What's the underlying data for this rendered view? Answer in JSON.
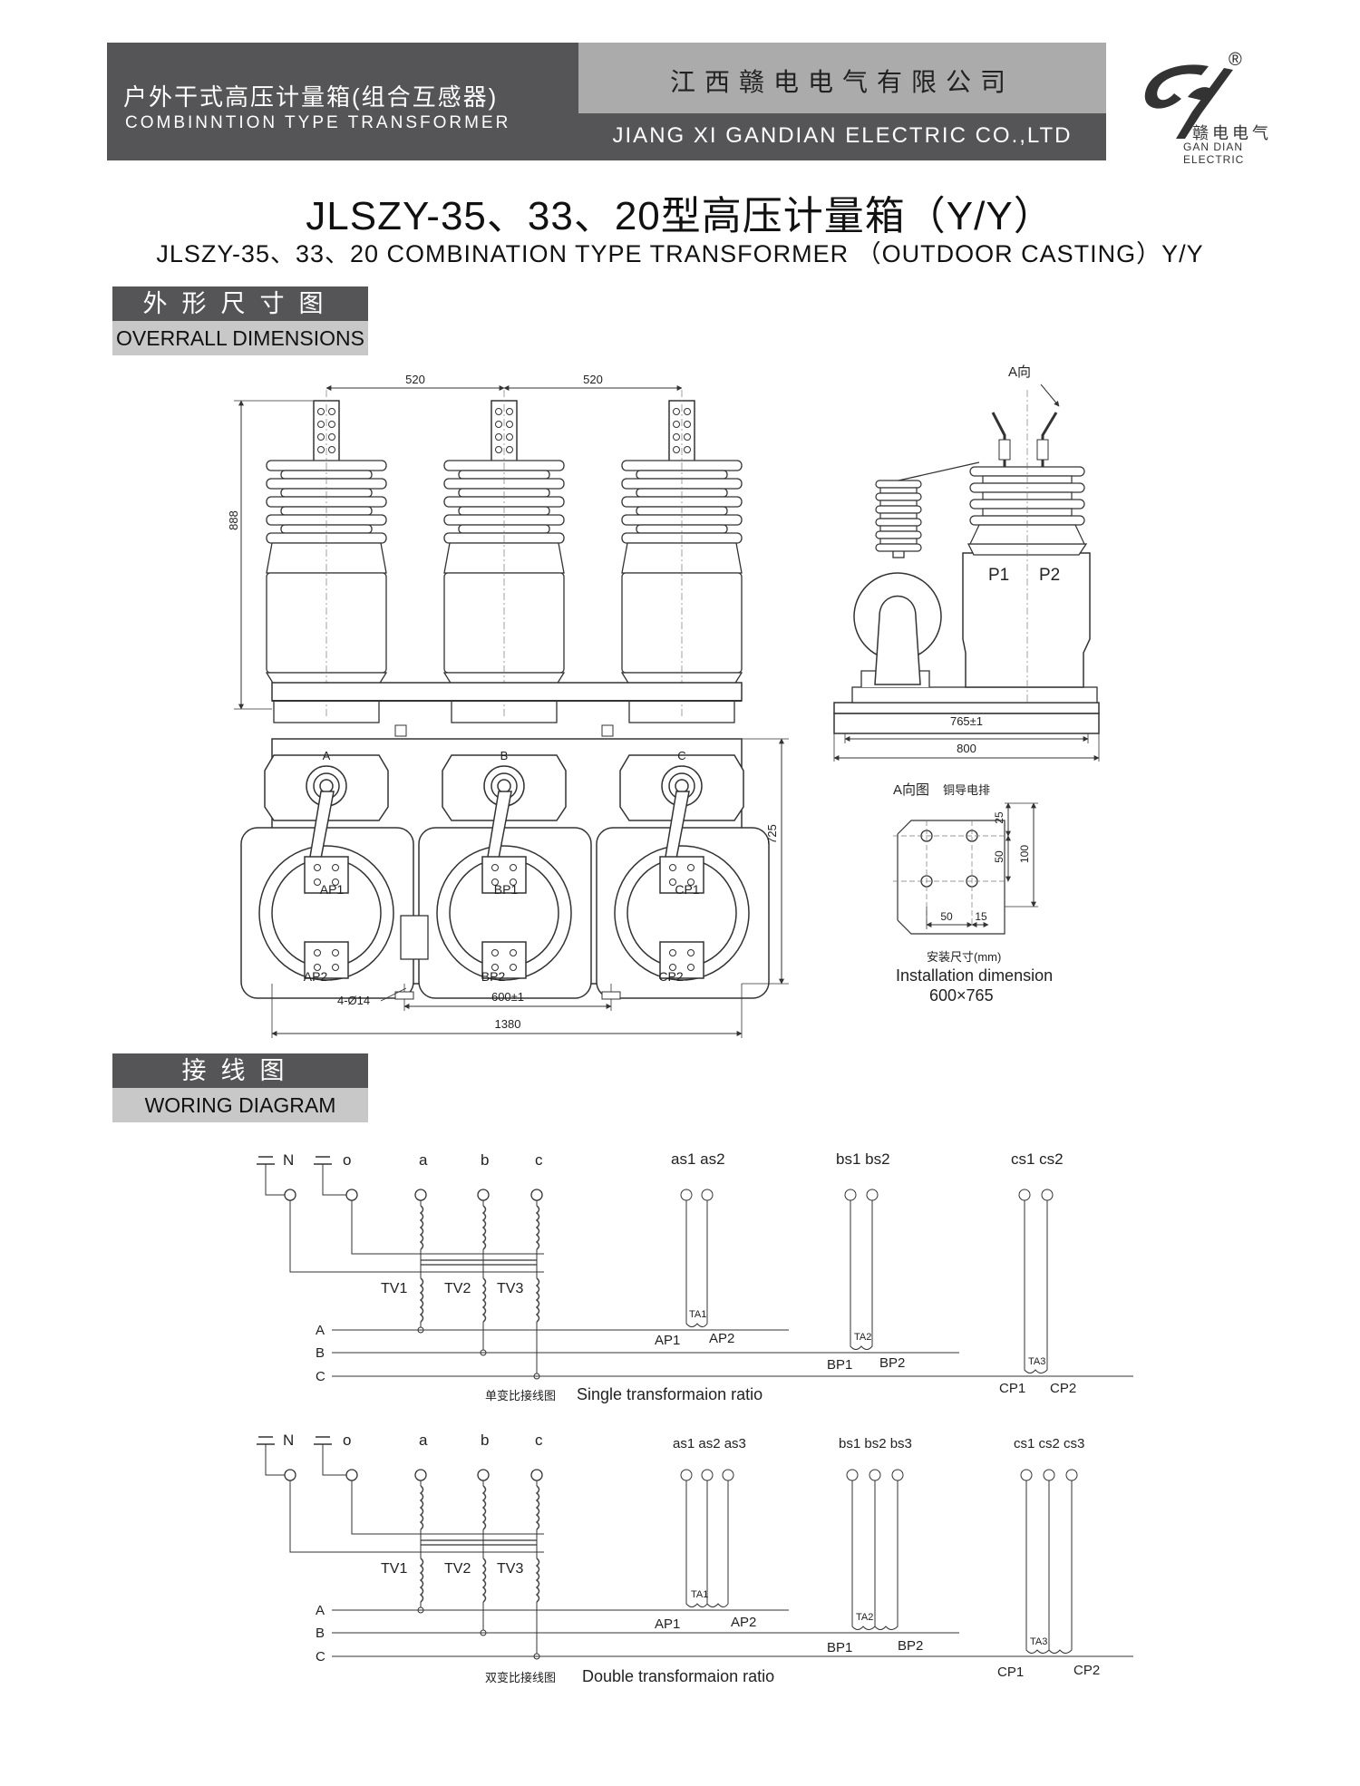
{
  "header": {
    "left_cn": "户外干式高压计量箱(组合互感器)",
    "left_en": "COMBINNTION TYPE TRANSFORMER",
    "company_cn": "江西赣电电气有限公司",
    "company_en": "JIANG XI GANDIAN ELECTRIC CO.,LTD",
    "logo_reg": "®",
    "logo_cn": "赣电电气",
    "logo_en": "GAN DIAN ELECTRIC"
  },
  "title": "JLSZY-35、33、20型高压计量箱（Y/Y）",
  "subtitle": "JLSZY-35、33、20 COMBINATION TYPE TRANSFORMER （OUTDOOR CASTING）Y/Y",
  "sections": {
    "dimensions_cn": "外形尺寸图",
    "dimensions_en": "OVERRALL DIMENSIONS",
    "wiring_cn": "接线图",
    "wiring_en": "WORING DIAGRAM"
  },
  "dims": {
    "d520a": "520",
    "d520b": "520",
    "d888": "888",
    "dir_a": "A向",
    "p1": "P1",
    "p2": "P2",
    "d765": "765±1",
    "d800": "800",
    "phase_a": "A",
    "phase_b": "B",
    "phase_c": "C",
    "ap1": "AP1",
    "bp1": "BP1",
    "cp1": "CP1",
    "ap2": "AP2",
    "bp2": "BP2",
    "cp2": "CP2",
    "d725": "725",
    "holes": "4-Ø14",
    "d600": "600±1",
    "d1380": "1380",
    "view_a": "A向图",
    "copper_bar": "铜导电排",
    "d25": "25",
    "d50v": "50",
    "d100": "100",
    "d50h": "50",
    "d15": "15",
    "install_cn": "安装尺寸(mm)",
    "install_en": "Installation dimension",
    "install_val": "600×765"
  },
  "wiring": {
    "top": {
      "N": "N",
      "o": "o",
      "a": "a",
      "b": "b",
      "c": "c",
      "as": "as1 as2",
      "bs": "bs1 bs2",
      "cs": "cs1 cs2",
      "tv1": "TV1",
      "tv2": "TV2",
      "tv3": "TV3",
      "A": "A",
      "B": "B",
      "C": "C",
      "ta1": "TA1",
      "ta2": "TA2",
      "ta3": "TA3",
      "ap1": "AP1",
      "ap2": "AP2",
      "bp1": "BP1",
      "bp2": "BP2",
      "cp1": "CP1",
      "cp2": "CP2",
      "caption_cn": "单变比接线图",
      "caption_en": "Single transformaion ratio"
    },
    "bottom": {
      "N": "N",
      "o": "o",
      "a": "a",
      "b": "b",
      "c": "c",
      "as": "as1 as2 as3",
      "bs": "bs1 bs2 bs3",
      "cs": "cs1 cs2 cs3",
      "tv1": "TV1",
      "tv2": "TV2",
      "tv3": "TV3",
      "A": "A",
      "B": "B",
      "C": "C",
      "ta1": "TA1",
      "ta2": "TA2",
      "ta3": "TA3",
      "ap1": "AP1",
      "ap2": "AP2",
      "bp1": "BP1",
      "bp2": "BP2",
      "cp1": "CP1",
      "cp2": "CP2",
      "caption_cn": "双变比接线图",
      "caption_en": "Double transformaion ratio"
    }
  }
}
